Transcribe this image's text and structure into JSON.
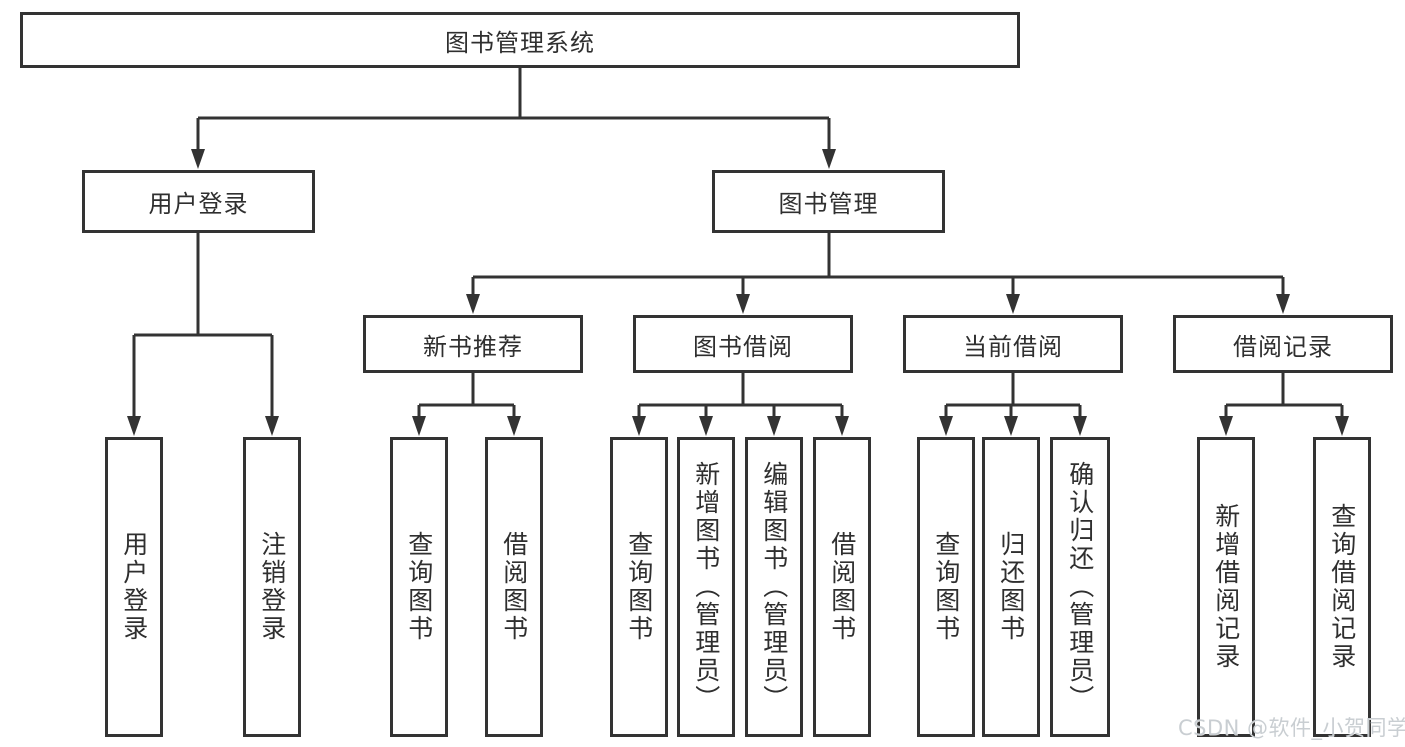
{
  "diagram": {
    "type": "hierarchy-tree",
    "accent_color": "#333333",
    "background_color": "#ffffff",
    "nodes": {
      "root": "图书管理系统",
      "user_login": "用户登录",
      "book_mgmt": "图书管理",
      "new_books": "新书推荐",
      "borrow": "图书借阅",
      "current": "当前借阅",
      "records": "借阅记录",
      "leaf_user_login": "用户登录",
      "leaf_logout": "注销登录",
      "leaf_nb_query": "查询图书",
      "leaf_nb_borrow": "借阅图书",
      "leaf_bb_query": "查询图书",
      "leaf_bb_add": "新增图书（管理员）",
      "leaf_bb_edit": "编辑图书（管理员）",
      "leaf_bb_borrow": "借阅图书",
      "leaf_cb_query": "查询图书",
      "leaf_cb_return": "归还图书",
      "leaf_cb_confirm": "确认归还（管理员）",
      "leaf_br_add": "新增借阅记录",
      "leaf_br_query": "查询借阅记录"
    },
    "edges": [
      [
        "图书管理系统",
        "用户登录"
      ],
      [
        "图书管理系统",
        "图书管理"
      ],
      [
        "用户登录",
        "用户登录(叶)"
      ],
      [
        "用户登录",
        "注销登录"
      ],
      [
        "图书管理",
        "新书推荐"
      ],
      [
        "图书管理",
        "图书借阅"
      ],
      [
        "图书管理",
        "当前借阅"
      ],
      [
        "图书管理",
        "借阅记录"
      ],
      [
        "新书推荐",
        "查询图书"
      ],
      [
        "新书推荐",
        "借阅图书"
      ],
      [
        "图书借阅",
        "查询图书"
      ],
      [
        "图书借阅",
        "新增图书（管理员）"
      ],
      [
        "图书借阅",
        "编辑图书（管理员）"
      ],
      [
        "图书借阅",
        "借阅图书"
      ],
      [
        "当前借阅",
        "查询图书"
      ],
      [
        "当前借阅",
        "归还图书"
      ],
      [
        "当前借阅",
        "确认归还（管理员）"
      ],
      [
        "借阅记录",
        "新增借阅记录"
      ],
      [
        "借阅记录",
        "查询借阅记录"
      ]
    ],
    "watermark": "CSDN @软件_小贺同学"
  }
}
